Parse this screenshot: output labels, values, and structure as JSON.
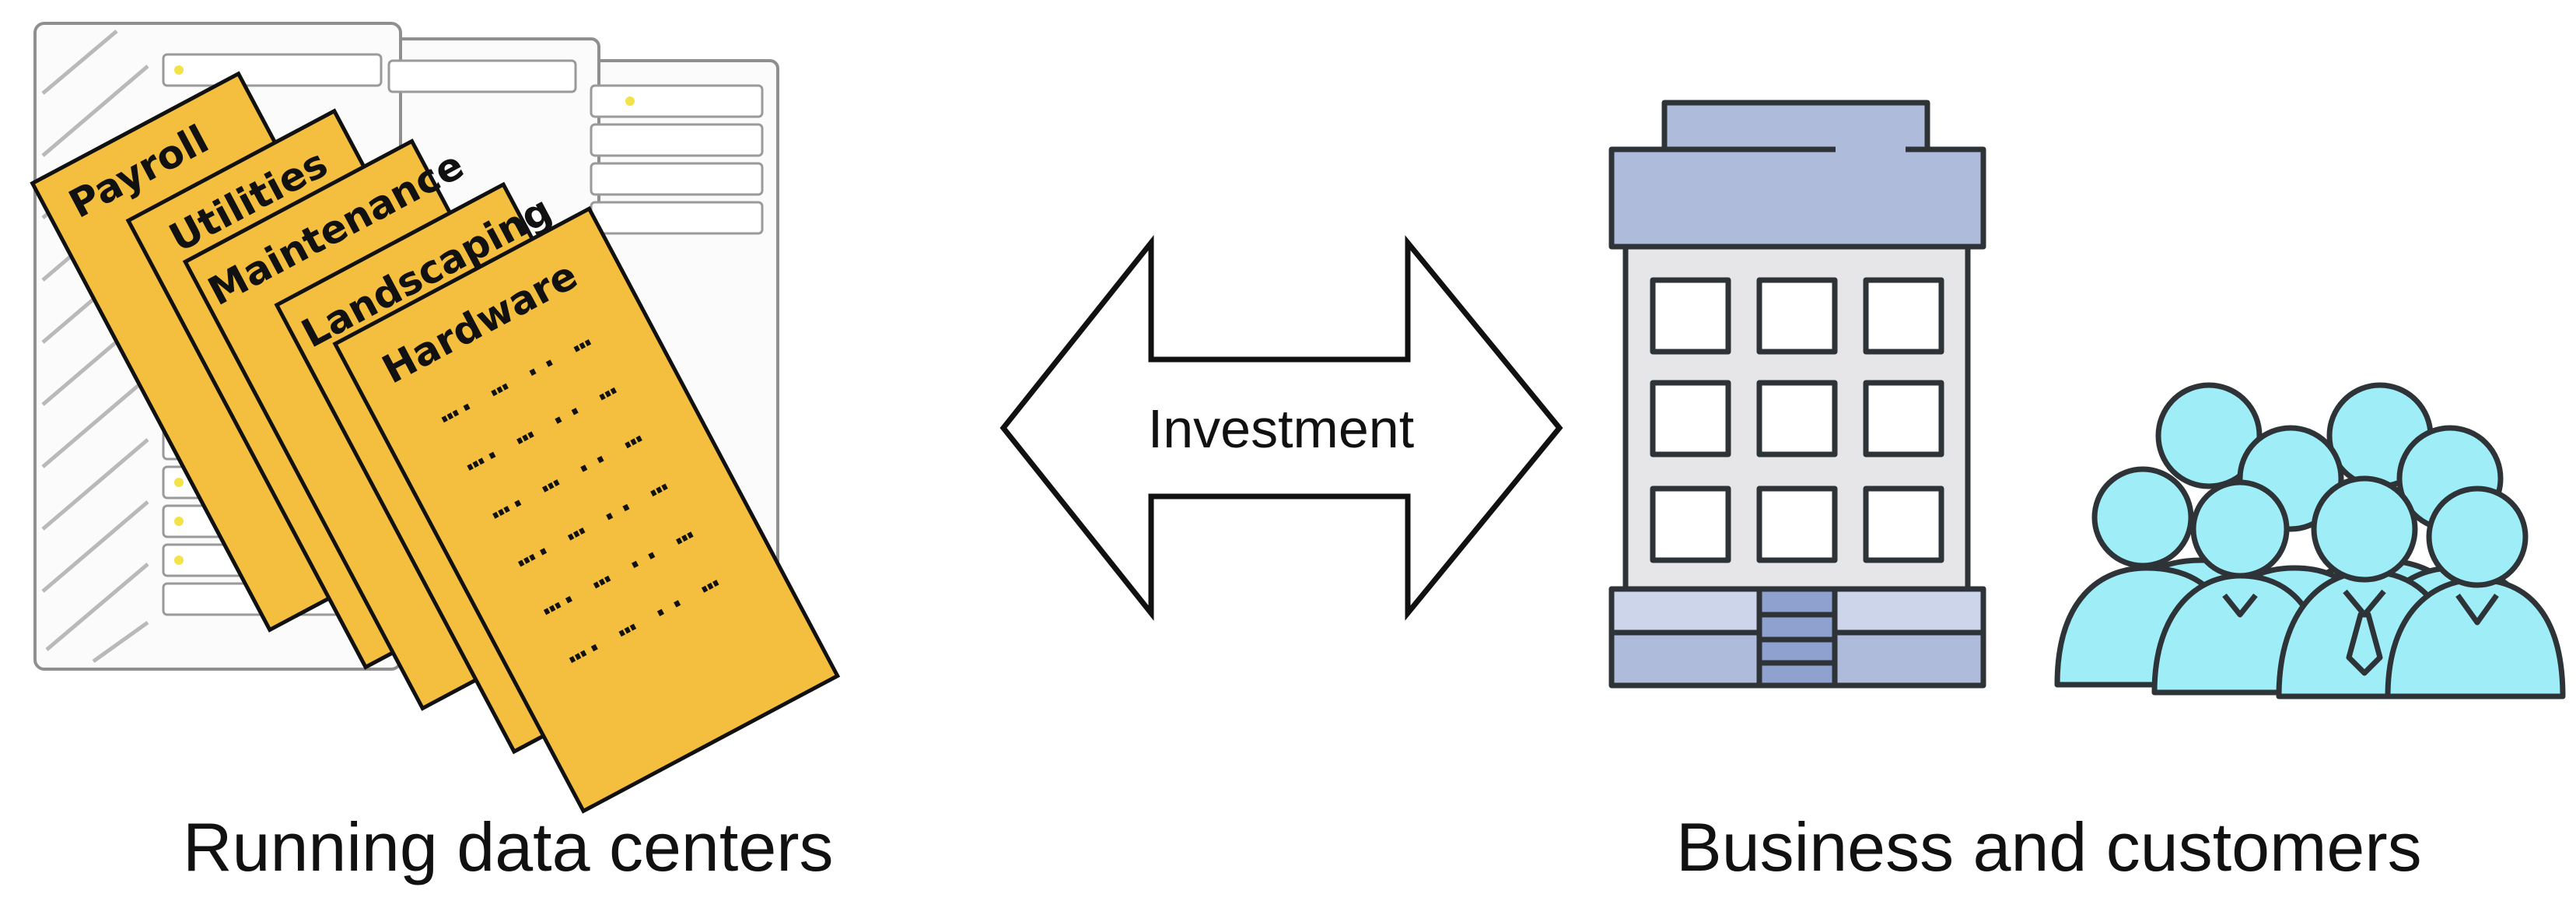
{
  "documents": [
    {
      "title": "Payroll"
    },
    {
      "title": "Utilities"
    },
    {
      "title": "Maintenance"
    },
    {
      "title": "Landscaping"
    },
    {
      "title": "Hardware",
      "lines": [
        "…. … .. …",
        "…. … .. …",
        "…. … .. …",
        "…. … .. …",
        "…. … .. …",
        "…. … .. …"
      ]
    }
  ],
  "arrow": {
    "label": "Investment"
  },
  "captions": {
    "left": "Running data centers",
    "right": "Business and customers"
  },
  "colors": {
    "document_fill": "#F4BE3F",
    "building_roof": "#AEBBDA",
    "building_body": "#E6E6E8",
    "people_fill": "#9EEDF7",
    "outline": "#2E3338"
  }
}
